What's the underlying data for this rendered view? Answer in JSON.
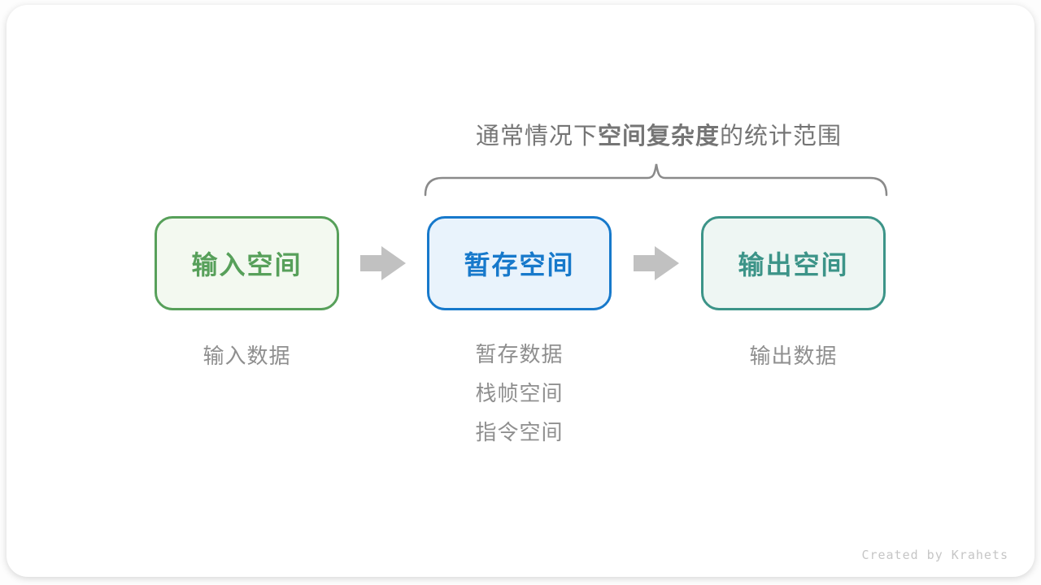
{
  "title": {
    "prefix": "通常情况下",
    "bold": "空间复杂度",
    "suffix": "的统计范围"
  },
  "boxes": [
    {
      "id": "input-space",
      "label": "输入空间",
      "border_color": "#57a05a",
      "bg_color": "#f3f9f0",
      "text_color": "#57a05a"
    },
    {
      "id": "temp-space",
      "label": "暂存空间",
      "border_color": "#1779cb",
      "bg_color": "#e9f3fc",
      "text_color": "#1779cb"
    },
    {
      "id": "output-space",
      "label": "输出空间",
      "border_color": "#3c9488",
      "bg_color": "#eef6f3",
      "text_color": "#3c9488"
    }
  ],
  "sub_labels": {
    "input": "输入数据",
    "temp": [
      "暂存数据",
      "栈帧空间",
      "指令空间"
    ],
    "output": "输出数据"
  },
  "footer": {
    "credit": "Created by Krahets"
  },
  "colors": {
    "arrow": "#c1c1c1",
    "brace": "#8a8a8a",
    "label_text": "#8f8f8f",
    "title_text": "#757575",
    "card_background": "#ffffff"
  }
}
